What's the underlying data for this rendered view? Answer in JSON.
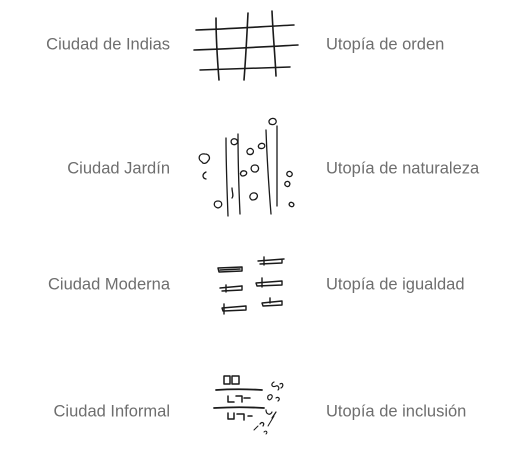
{
  "rows": [
    {
      "left": "Ciudad de Indias",
      "right": "Utopía de orden",
      "sketch_icon": "grid-sketch-icon"
    },
    {
      "left": "Ciudad Jardín",
      "right": "Utopía de naturaleza",
      "sketch_icon": "garden-city-sketch-icon"
    },
    {
      "left": "Ciudad Moderna",
      "right": "Utopía de igualdad",
      "sketch_icon": "modern-blocks-sketch-icon"
    },
    {
      "left": "Ciudad Informal",
      "right": "Utopía de inclusión",
      "sketch_icon": "informal-settlement-sketch-icon"
    }
  ],
  "ink_color": "#1a1a1a",
  "text_color": "#6e6e6e"
}
